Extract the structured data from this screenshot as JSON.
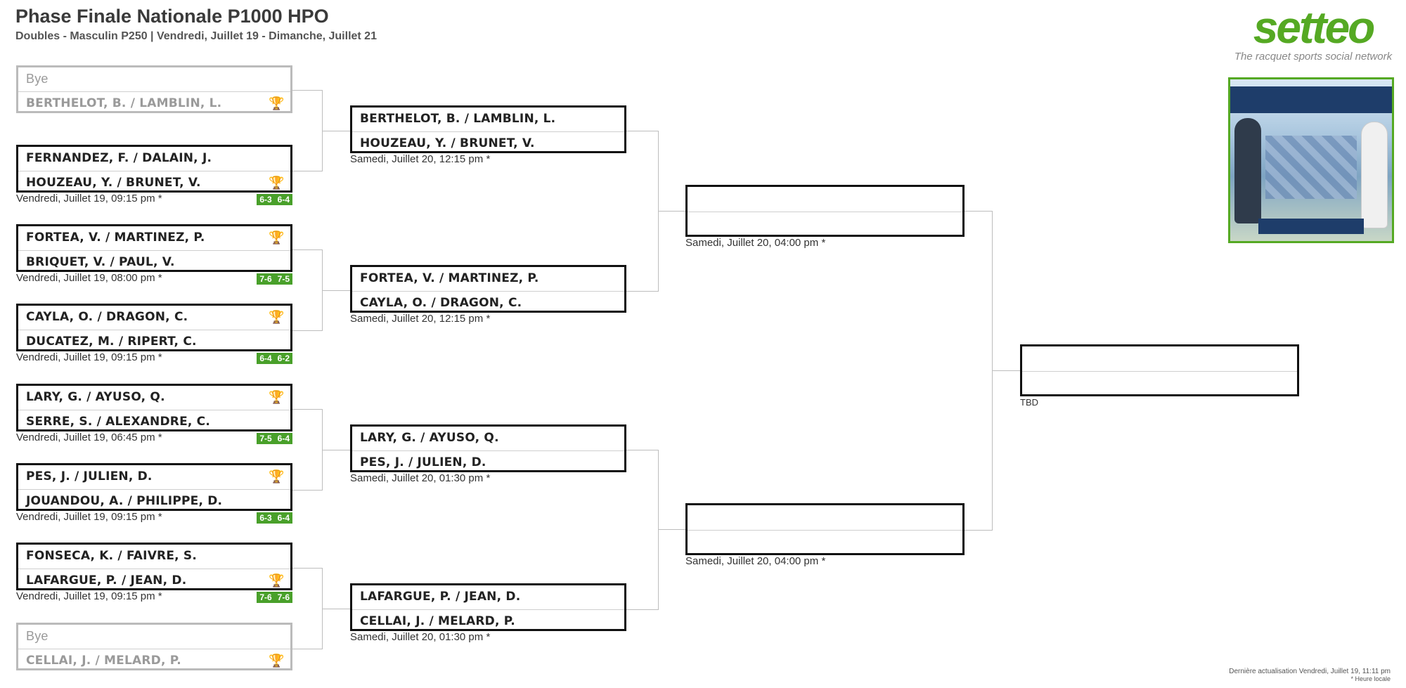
{
  "header": {
    "title": "Phase Finale Nationale P1000 HPO",
    "subtitle": "Doubles - Masculin P250 | Vendredi, Juillet 19 - Dimanche, Juillet 21"
  },
  "brand": {
    "name": "setteo",
    "tagline": "The racquet sports social network",
    "color": "#55a923"
  },
  "round1": [
    {
      "team1": "Bye",
      "team2": "BERTHELOT, B. / LAMBLIN, L.",
      "winner": 2,
      "bye": true,
      "date": "",
      "sets": []
    },
    {
      "team1": "FERNANDEZ, F. / DALAIN, J.",
      "team2": "HOUZEAU, Y. / BRUNET, V.",
      "winner": 2,
      "date": "Vendredi, Juillet 19, 09:15 pm *",
      "sets": [
        "6-3",
        "6-4"
      ]
    },
    {
      "team1": "FORTEA, V. / MARTINEZ, P.",
      "team2": "BRIQUET, V. / PAUL, V.",
      "winner": 1,
      "date": "Vendredi, Juillet 19, 08:00 pm *",
      "sets": [
        "7-6",
        "7-5"
      ]
    },
    {
      "team1": "CAYLA, O. / DRAGON, C.",
      "team2": "DUCATEZ, M. / RIPERT, C.",
      "winner": 1,
      "date": "Vendredi, Juillet 19, 09:15 pm *",
      "sets": [
        "6-4",
        "6-2"
      ]
    },
    {
      "team1": "LARY, G. / AYUSO, Q.",
      "team2": "SERRE, S. / ALEXANDRE, C.",
      "winner": 1,
      "date": "Vendredi, Juillet 19, 06:45 pm *",
      "sets": [
        "7-5",
        "6-4"
      ]
    },
    {
      "team1": "PES, J. / JULIEN, D.",
      "team2": "JOUANDOU, A. / PHILIPPE, D.",
      "winner": 1,
      "date": "Vendredi, Juillet 19, 09:15 pm *",
      "sets": [
        "6-3",
        "6-4"
      ]
    },
    {
      "team1": "FONSECA, K. / FAIVRE, S.",
      "team2": "LAFARGUE, P. / JEAN, D.",
      "winner": 2,
      "date": "Vendredi, Juillet 19, 09:15 pm *",
      "sets": [
        "7-6",
        "7-6"
      ]
    },
    {
      "team1": "Bye",
      "team2": "CELLAI, J. / MELARD, P.",
      "winner": 2,
      "bye": true,
      "date": "",
      "sets": []
    }
  ],
  "round2": [
    {
      "team1": "BERTHELOT, B. / LAMBLIN, L.",
      "team2": "HOUZEAU, Y. / BRUNET, V.",
      "date": "Samedi, Juillet 20, 12:15 pm *"
    },
    {
      "team1": "FORTEA, V. / MARTINEZ, P.",
      "team2": "CAYLA, O. / DRAGON, C.",
      "date": "Samedi, Juillet 20, 12:15 pm *"
    },
    {
      "team1": "LARY, G. / AYUSO, Q.",
      "team2": "PES, J. / JULIEN, D.",
      "date": "Samedi, Juillet 20, 01:30 pm *"
    },
    {
      "team1": "LAFARGUE, P. / JEAN, D.",
      "team2": "CELLAI, J. / MELARD, P.",
      "date": "Samedi, Juillet 20, 01:30 pm *"
    }
  ],
  "round3": [
    {
      "date": "Samedi, Juillet 20, 04:00 pm *"
    },
    {
      "date": "Samedi, Juillet 20, 04:00 pm *"
    }
  ],
  "final": {
    "date": "TBD"
  },
  "footer": {
    "updated": "Dernière actualisation Vendredi, Juillet 19, 11:11 pm",
    "local": "* Heure locale"
  }
}
